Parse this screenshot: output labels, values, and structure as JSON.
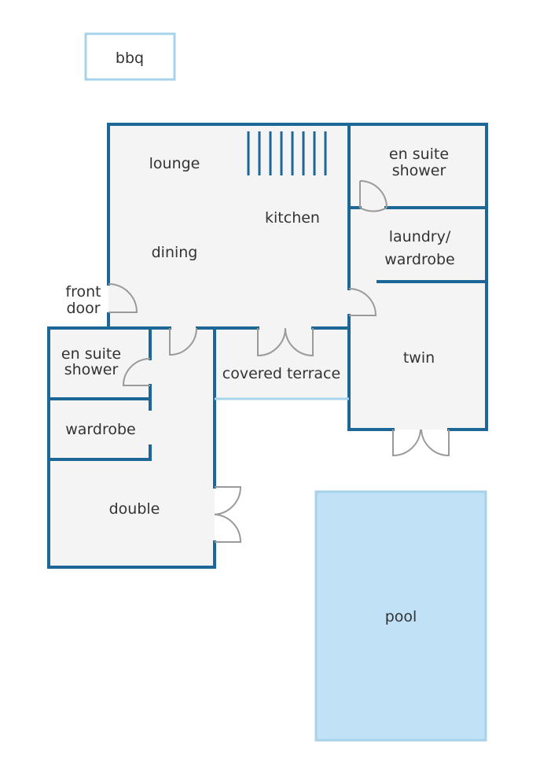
{
  "colors": {
    "wall": "#1d6797",
    "light_wall": "#a7d3ea",
    "floor": "#f4f4f4",
    "pool": "#c1e2f6",
    "door": "#9a9a9a",
    "text": "#333333"
  },
  "labels": {
    "bbq": "bbq",
    "lounge": "lounge",
    "kitchen": "kitchen",
    "dining": "dining",
    "en_suite_shower_right_1": "en suite",
    "en_suite_shower_right_2": "shower",
    "laundry_1": "laundry/",
    "laundry_2": "wardrobe",
    "front_door_1": "front",
    "front_door_2": "door",
    "en_suite_shower_left_1": "en suite",
    "en_suite_shower_left_2": "shower",
    "covered_terrace": "covered terrace",
    "twin": "twin",
    "wardrobe": "wardrobe",
    "double": "double",
    "pool": "pool"
  }
}
